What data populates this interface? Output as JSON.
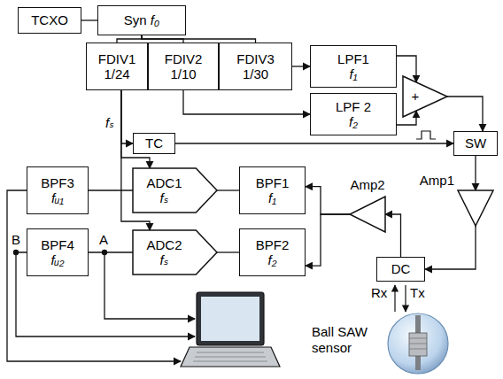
{
  "diagram": {
    "nodes": [
      {
        "text": [
          "TCXO"
        ]
      },
      {
        "text": [
          "Syn",
          "f₀"
        ]
      },
      {
        "text": [
          "FDIV1",
          "1/24"
        ]
      },
      {
        "text": [
          "FDIV2",
          "1/10"
        ]
      },
      {
        "text": [
          "FDIV3",
          "1/30"
        ]
      },
      {
        "text": [
          "LPF1",
          "f₁"
        ]
      },
      {
        "text": [
          "LPF 2",
          "f₂"
        ]
      },
      {
        "text": [
          "+"
        ]
      },
      {
        "text": [
          "TC"
        ]
      },
      {
        "text": [
          "SW"
        ]
      },
      {
        "text": [
          "Amp2"
        ]
      },
      {
        "text": [
          "Amp1"
        ]
      },
      {
        "text": [
          "BPF3",
          "fᵤ₁"
        ]
      },
      {
        "text": [
          "ADC1",
          "fₛ"
        ]
      },
      {
        "text": [
          "BPF1",
          "f₁"
        ]
      },
      {
        "text": [
          "BPF4",
          "fᵤ₂"
        ]
      },
      {
        "text": [
          "ADC2",
          "fₛ"
        ]
      },
      {
        "text": [
          "BPF2",
          "f₂"
        ]
      },
      {
        "text": [
          "DC"
        ]
      }
    ],
    "edges": [
      {
        "from": 0,
        "to": 1,
        "arrow": "none"
      },
      {
        "from": 1,
        "to": 2,
        "arrow": "none"
      },
      {
        "from": 1,
        "to": 3,
        "arrow": "none"
      },
      {
        "from": 1,
        "to": 4,
        "arrow": "none"
      },
      {
        "from": 4,
        "to": 5,
        "arrow": "to"
      },
      {
        "from": 3,
        "to": 6,
        "arrow": "to"
      },
      {
        "from": 5,
        "to": 7,
        "arrow": "to"
      },
      {
        "from": 6,
        "to": 7,
        "arrow": "to"
      },
      {
        "from": 7,
        "to": 9,
        "arrow": "to"
      },
      {
        "from": 2,
        "to": 8,
        "arrow": "to"
      },
      {
        "from": 2,
        "to": 13,
        "arrow": "to"
      },
      {
        "from": 2,
        "to": 16,
        "arrow": "to"
      },
      {
        "from": 8,
        "to": 9,
        "arrow": "to"
      },
      {
        "from": 9,
        "to": 11,
        "arrow": "to"
      },
      {
        "from": 11,
        "to": 18,
        "arrow": "to"
      },
      {
        "from": 18,
        "to": 10,
        "arrow": "to"
      },
      {
        "from": 10,
        "to": 14,
        "arrow": "to"
      },
      {
        "from": 10,
        "to": 17,
        "arrow": "to"
      },
      {
        "from": 14,
        "to": 13,
        "arrow": "none"
      },
      {
        "from": 17,
        "to": 16,
        "arrow": "none"
      },
      {
        "from": 13,
        "to": 12,
        "arrow": "none"
      },
      {
        "from": 16,
        "to": 15,
        "arrow": "none"
      }
    ],
    "labels": [
      "fₛ",
      "B",
      "A",
      "Rx",
      "Tx",
      "Ball SAW sensor"
    ]
  }
}
